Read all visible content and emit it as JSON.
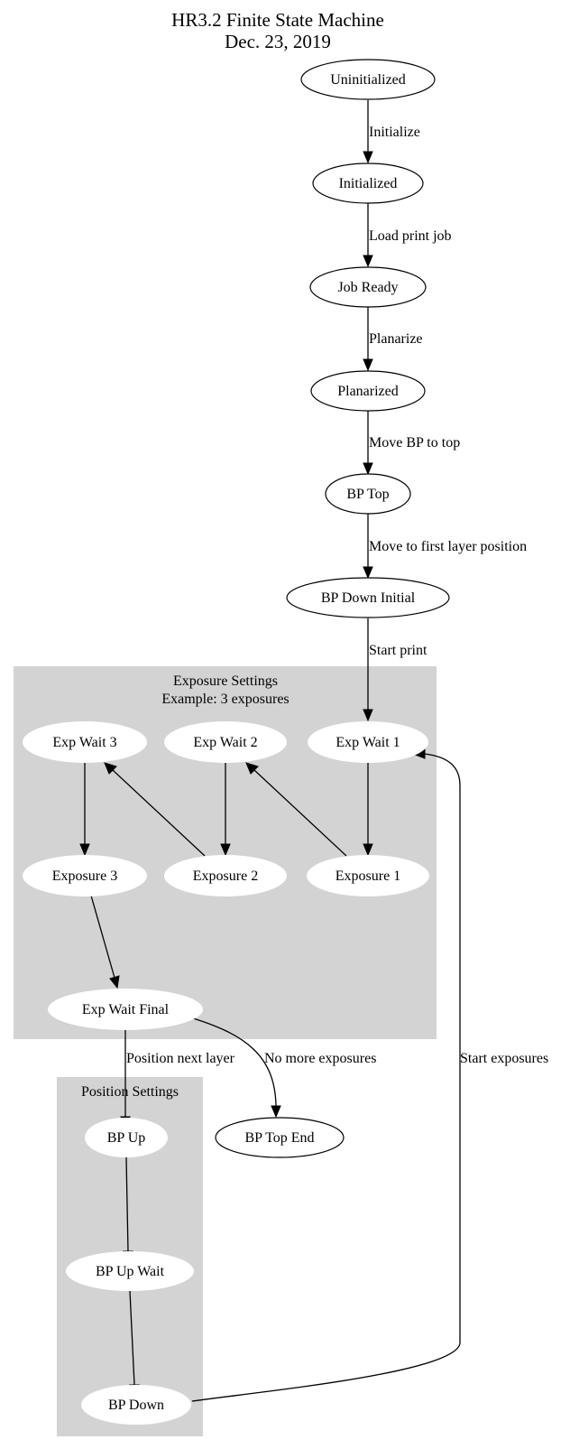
{
  "title": {
    "line1": "HR3.2 Finite State Machine",
    "line2": "Dec. 23, 2019"
  },
  "clusters": {
    "exposure": {
      "line1": "Exposure Settings",
      "line2": "Example: 3 exposures",
      "fill": "#d3d3d3"
    },
    "position": {
      "label": "Position Settings",
      "fill": "#d3d3d3"
    }
  },
  "nodes": {
    "uninitialized": "Uninitialized",
    "initialized": "Initialized",
    "job_ready": "Job Ready",
    "planarized": "Planarized",
    "bp_top": "BP Top",
    "bp_down_initial": "BP Down Initial",
    "exp_wait_3": "Exp Wait 3",
    "exp_wait_2": "Exp Wait 2",
    "exp_wait_1": "Exp Wait 1",
    "exposure_3": "Exposure 3",
    "exposure_2": "Exposure 2",
    "exposure_1": "Exposure 1",
    "exp_wait_final": "Exp Wait Final",
    "bp_up": "BP Up",
    "bp_top_end": "BP Top End",
    "bp_up_wait": "BP Up Wait",
    "bp_down": "BP Down"
  },
  "edges": {
    "initialize": "Initialize",
    "load_print_job": "Load print job",
    "planarize": "Planarize",
    "move_bp_to_top": "Move BP to top",
    "move_to_first_layer": "Move to first layer position",
    "start_print": "Start print",
    "position_next_layer": "Position next layer",
    "no_more_exposures": "No more exposures",
    "start_exposures": "Start exposures"
  }
}
